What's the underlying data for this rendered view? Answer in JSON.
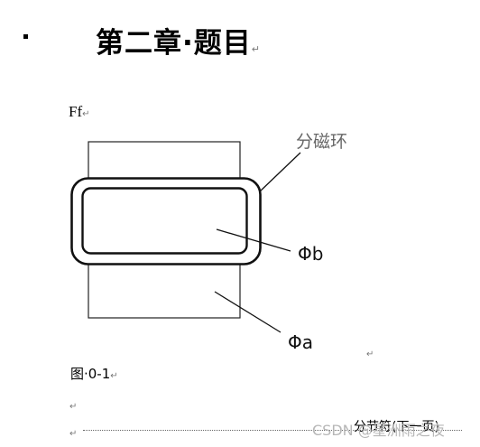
{
  "heading": {
    "title": "第二章·题目"
  },
  "intro_text": "Ff",
  "diagram": {
    "labels": {
      "ring": "分磁环",
      "phi_b": "Φb",
      "phi_a": "Φa"
    }
  },
  "caption": "图·0-1",
  "section_break": "分节符(下一页)",
  "watermark": "CSDN @星洲雨之夜",
  "paragraph_mark": "↵"
}
